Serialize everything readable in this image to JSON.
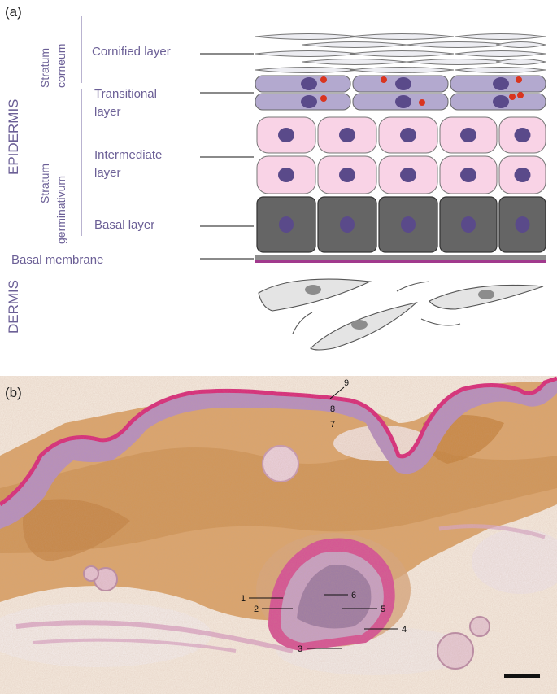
{
  "panel_a": {
    "letter": "(a)",
    "epidermis": "EPIDERMIS",
    "dermis": "DERMIS",
    "stratum_corneum": [
      "Stratum",
      "corneum"
    ],
    "stratum_germinativum": [
      "Stratum",
      "germinativum"
    ],
    "cornified": "Cornified layer",
    "transitional": [
      "Transitional",
      "layer"
    ],
    "intermediate": [
      "Intermediate",
      "layer"
    ],
    "basal": "Basal layer",
    "basal_membrane": "Basal membrane"
  },
  "panel_b": {
    "letter": "(b)",
    "labels": [
      "1",
      "2",
      "3",
      "4",
      "5",
      "6",
      "7",
      "8",
      "9"
    ]
  },
  "colors": {
    "label_text": "#6b5f96",
    "cornified_fill": "#ededf2",
    "transitional_fill": "#b3a9cf",
    "intermediate_fill": "#f9d3e6",
    "basal_fill": "#656565",
    "nucleus": "#5a4a8a",
    "granule": "#d9351f",
    "membrane": "#a13a8d",
    "fibroblast_fill": "#e4e4e4",
    "tissue_orange": "#d9a66a",
    "tissue_pink": "#d8548f"
  }
}
